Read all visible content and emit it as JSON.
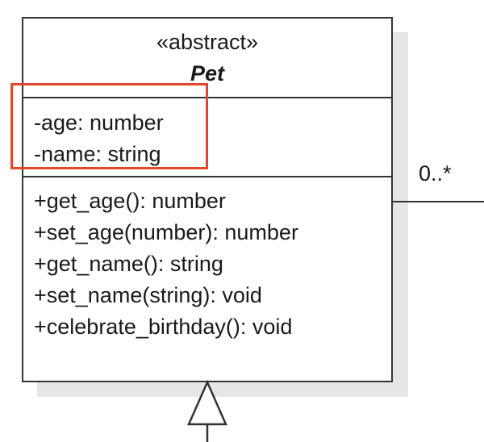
{
  "class": {
    "stereotype": "«abstract»",
    "name": "Pet",
    "attributes": [
      "-age: number",
      "-name: string"
    ],
    "methods": [
      "+get_age(): number",
      "+set_age(number): number",
      "+get_name(): string",
      "+set_name(string): void",
      "+celebrate_birthday(): void"
    ]
  },
  "association": {
    "multiplicity": "0..*"
  },
  "colors": {
    "highlight": "#e0472b",
    "stroke": "#333333",
    "shadow": "#e6e6e6"
  }
}
